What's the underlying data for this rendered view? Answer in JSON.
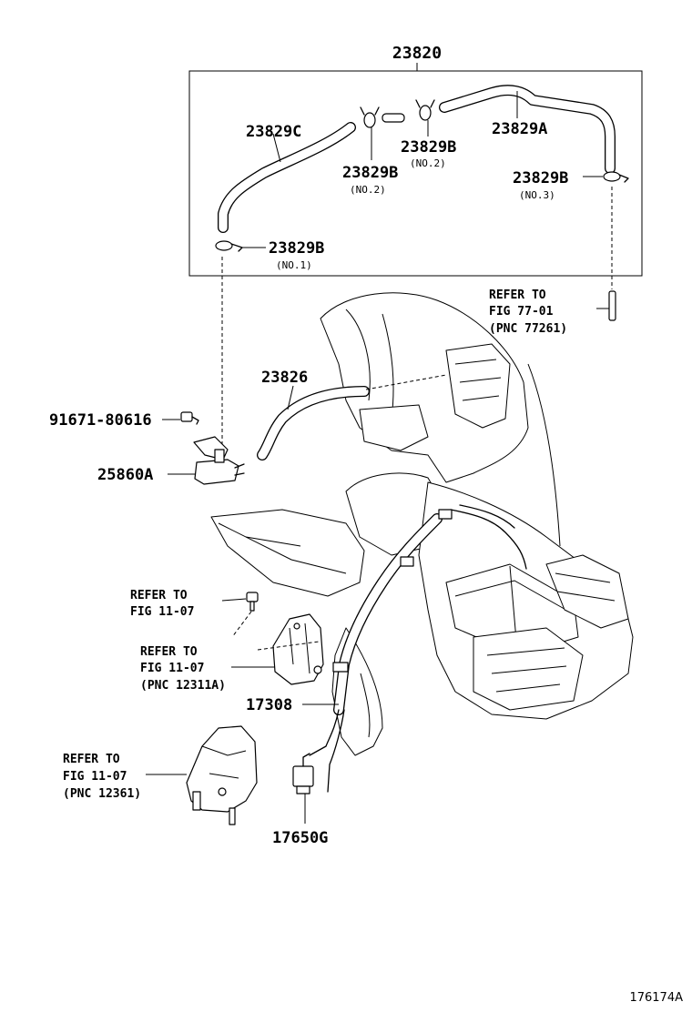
{
  "labels": {
    "assembly": "23820",
    "hose_c": "23829C",
    "hose_a": "23829A",
    "clamp_no2_right": "23829B",
    "clamp_no2_right_sub": "(NO.2)",
    "clamp_no2_left": "23829B",
    "clamp_no2_left_sub": "(NO.2)",
    "clamp_no3": "23829B",
    "clamp_no3_sub": "(NO.3)",
    "clamp_no1": "23829B",
    "clamp_no1_sub": "(NO.1)",
    "refer_77_line1": "REFER TO",
    "refer_77_line2": "FIG 77-01",
    "refer_77_line3": "(PNC 77261)",
    "hose_23826": "23826",
    "bolt": "91671-80616",
    "vsv": "25860A",
    "refer_a_line1": "REFER TO",
    "refer_a_line2": "FIG 11-07",
    "refer_b_line1": "REFER TO",
    "refer_b_line2": "FIG 11-07",
    "refer_b_line3": "(PNC 12311A)",
    "harness": "17308",
    "refer_c_line1": "REFER TO",
    "refer_c_line2": "FIG 11-07",
    "refer_c_line3": "(PNC 12361)",
    "sensor": "17650G"
  },
  "illustration_id": "176174A"
}
